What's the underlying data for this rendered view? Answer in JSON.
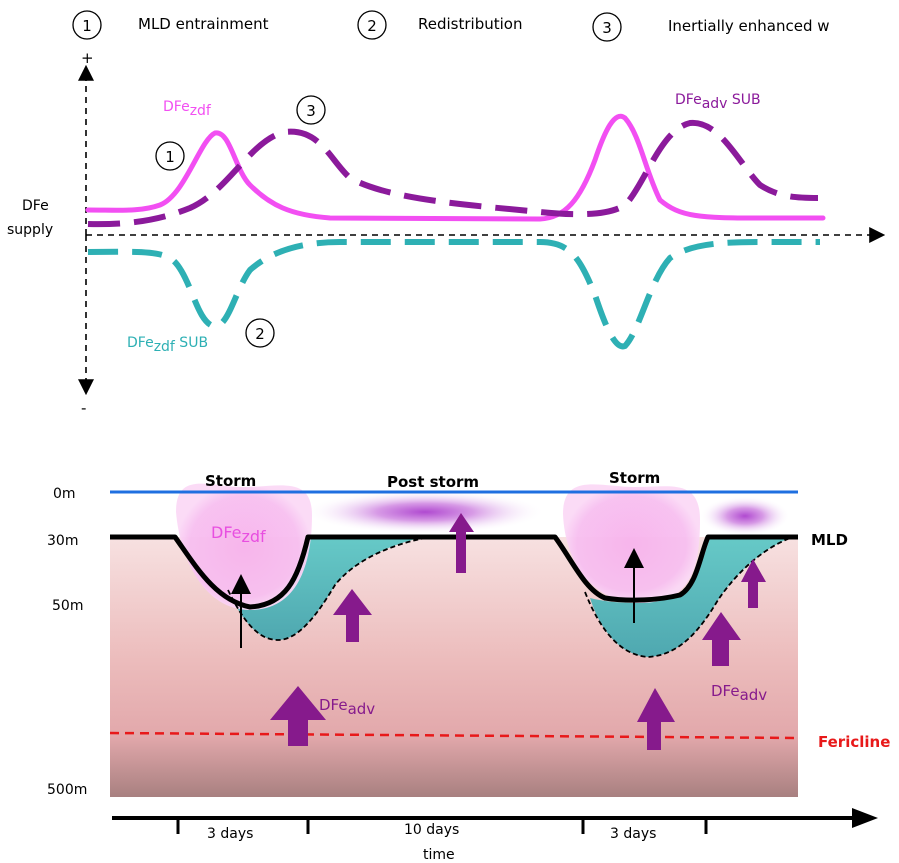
{
  "legend": [
    {
      "num": "1",
      "label": "MLD entrainment"
    },
    {
      "num": "2",
      "label": "Redistribution"
    },
    {
      "num": "3",
      "label": "Inertially enhanced w"
    }
  ],
  "top_panel": {
    "y_plus": "+",
    "y_minus": "-",
    "y_label_line1": "DFe",
    "y_label_line2": "supply",
    "curve_zdf": {
      "base": "DFe",
      "sub": "zdf",
      "suffix": "",
      "color": "#f24ff2"
    },
    "curve_adv_sub": {
      "base": "DFe",
      "sub": "adv",
      "suffix": " SUB",
      "color": "#8b1a9b"
    },
    "curve_zdf_sub": {
      "base": "DFe",
      "sub": "zdf",
      "suffix": " SUB",
      "color": "#2eb0b4"
    },
    "markers": [
      "1",
      "2",
      "3"
    ]
  },
  "bottom_panel": {
    "depths": [
      "0m",
      "30m",
      "50m",
      "500m"
    ],
    "storm1": "Storm",
    "post_storm": "Post storm",
    "storm2": "Storm",
    "mld": "MLD",
    "fericline": "Fericline",
    "fericline_color": "#e8191a",
    "surface_color": "#1f6fe0",
    "dfe_zdf": {
      "base": "DFe",
      "sub": "zdf"
    },
    "dfe_adv_1": {
      "base": "DFe",
      "sub": "adv"
    },
    "dfe_adv_2": {
      "base": "DFe",
      "sub": "adv"
    }
  },
  "timeline": {
    "intervals": [
      "3 days",
      "10 days",
      "3 days"
    ],
    "axis_label": "time"
  }
}
